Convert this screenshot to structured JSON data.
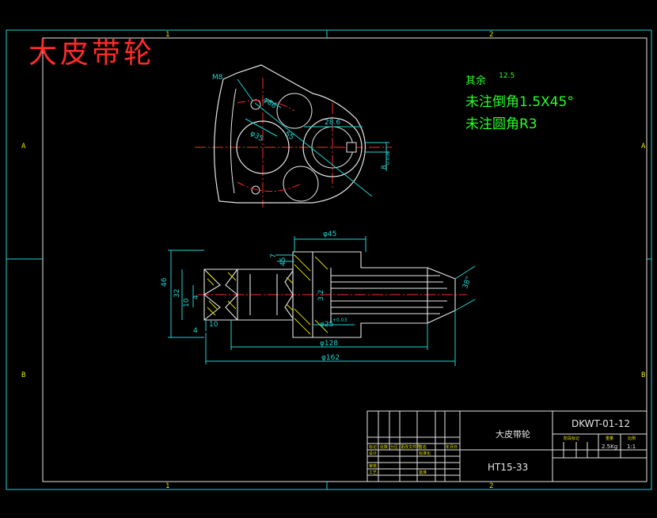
{
  "drawing": {
    "title": "大皮带轮",
    "zone_labels": {
      "top": [
        "1",
        "2"
      ],
      "bottom": [
        "1",
        "2"
      ],
      "left": [
        "A",
        "B"
      ],
      "right": [
        "A",
        "B"
      ]
    },
    "notes": {
      "surface_prefix": "其余",
      "surface_value": "12.5",
      "chamfer": "未注倒角1.5X45°",
      "fillet": "未注圆角R3"
    },
    "dimensions": {
      "thread": "M8",
      "phi86": "φ86",
      "phi35": "φ35",
      "d55": "55",
      "w28_6": "28.6",
      "h8": "8",
      "tol_h8": "0.036",
      "phi45": "φ45",
      "d7": "7",
      "d45": "45",
      "d46": "46",
      "d32": "32",
      "d10": "10",
      "d4a": "4",
      "d4b": "4",
      "d10b": "10",
      "rough32": "3.2",
      "phi25": "φ25",
      "tol25": "+0.03",
      "phi128": "φ128",
      "phi162": "φ162",
      "angle": "38°"
    },
    "title_block": {
      "part_name": "大皮带轮",
      "drawing_no": "DKWT-01-12",
      "material": "HT15-33",
      "weight": "2.5Kg",
      "scale": "1:1",
      "row_labels": [
        "标记",
        "处数",
        "分区",
        "更改文件号",
        "签名",
        "年月日",
        "设计",
        "标准化",
        "审核",
        "工艺",
        "批准"
      ],
      "col_labels": [
        "阶段标记",
        "重量",
        "比例"
      ]
    }
  }
}
